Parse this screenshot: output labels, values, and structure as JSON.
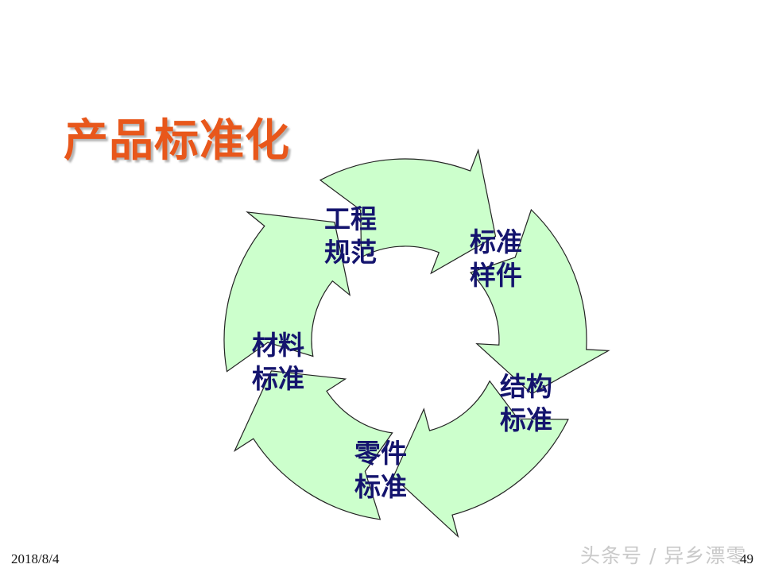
{
  "slide": {
    "title": "产品标准化",
    "footer_date": "2018/8/4",
    "page_number": "49",
    "watermark": "头条号 / 异乡漂零"
  },
  "cycle": {
    "fill_color": "#ccffcc",
    "stroke_color": "#222222",
    "text_color": "#14146e",
    "steps": [
      {
        "line1": "工程",
        "line2": "规范"
      },
      {
        "line1": "标准",
        "line2": "样件"
      },
      {
        "line1": "结构",
        "line2": "标准"
      },
      {
        "line1": "零件",
        "line2": "标准"
      },
      {
        "line1": "材料",
        "line2": "标准"
      }
    ]
  },
  "colors": {
    "title": "#e8571b",
    "background": "#ffffff"
  }
}
